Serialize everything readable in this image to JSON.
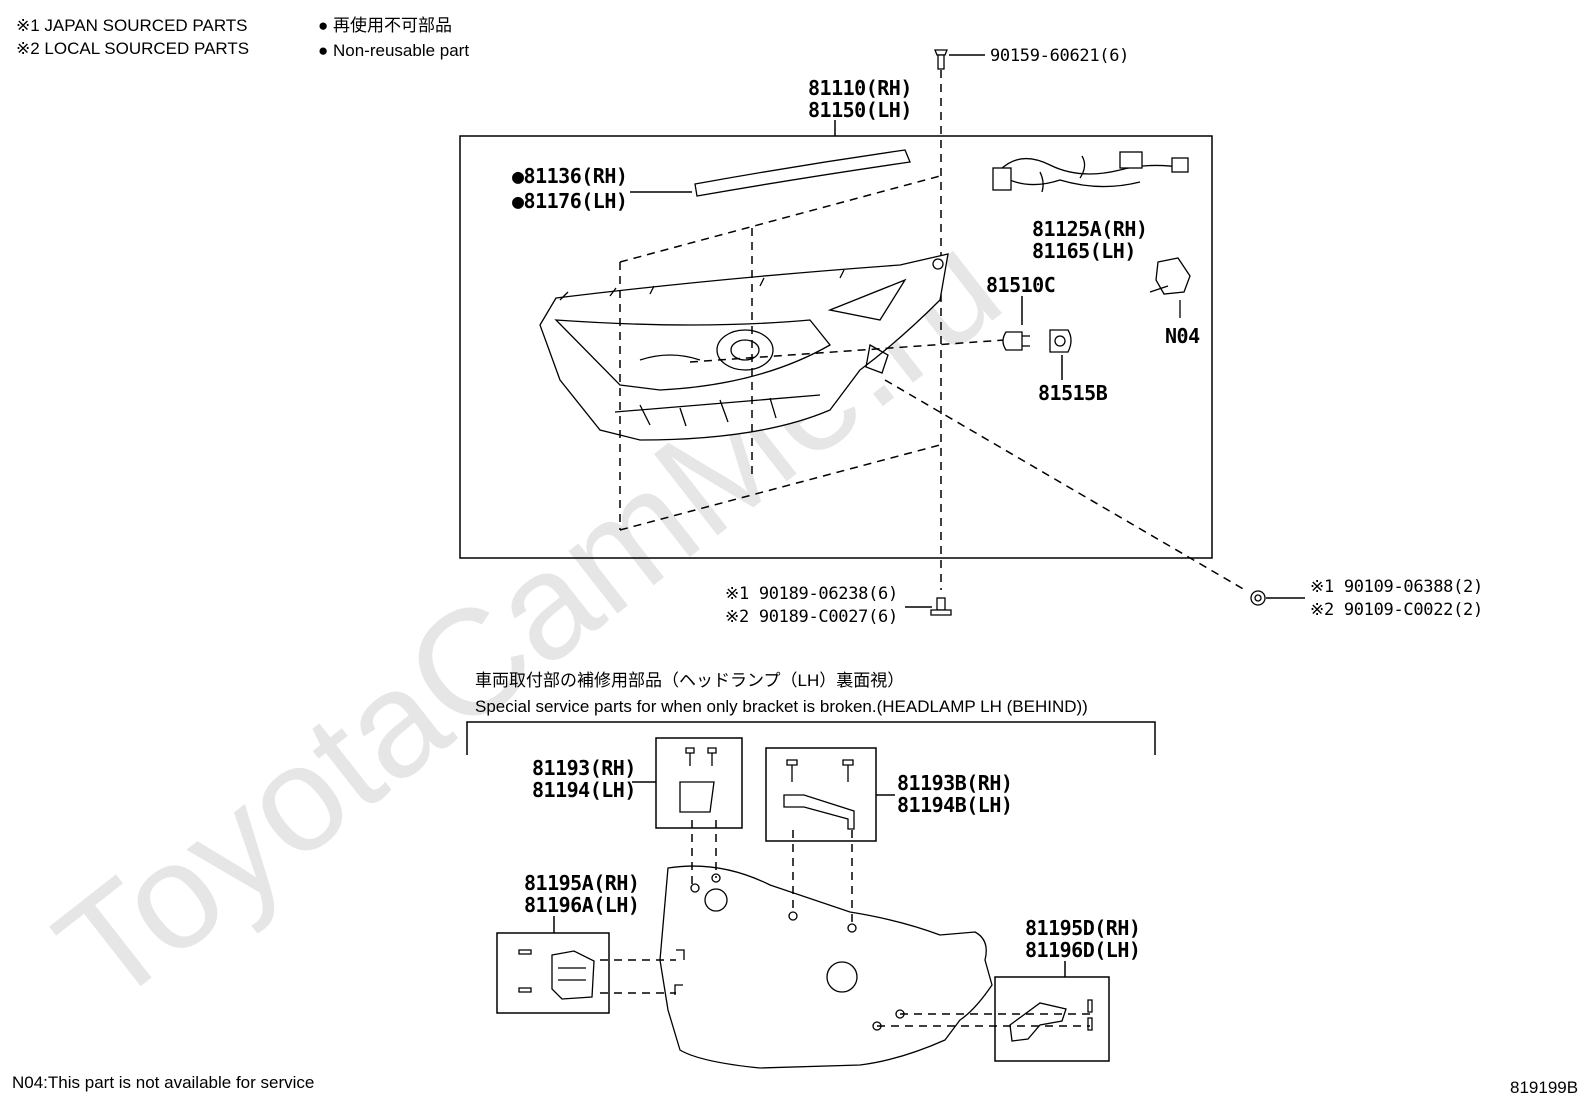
{
  "watermark": "ToyotaCamMe.ru",
  "legend": {
    "japan": "※1 JAPAN SOURCED PARTS",
    "local": "※2 LOCAL SOURCED PARTS",
    "nonreusable_jp": "● 再使用不可部品",
    "nonreusable_en": "● Non-reusable part"
  },
  "parts": {
    "screw_top": "90159-60621(6)",
    "housing_rh": "81110(RH)",
    "housing_lh": "81150(LH)",
    "strip_rh": "●81136(RH)",
    "strip_lh": "●81176(LH)",
    "wiring_rh": "81125A(RH)",
    "wiring_lh": "81165(LH)",
    "bulb": "81510C",
    "socket": "81515B",
    "n04": "N04",
    "screw_bottom_1": "※1 90189-06238(6)",
    "screw_bottom_2": "※2 90189-C0027(6)",
    "screw_right_1": "※1 90109-06388(2)",
    "screw_right_2": "※2 90109-C0022(2)"
  },
  "service": {
    "title_jp": "車両取付部の補修用部品（ヘッドランプ（LH）裏面視）",
    "title_en": "Special service parts for when only bracket is broken.(HEADLAMP LH (BEHIND))",
    "bracket1_rh": "81193(RH)",
    "bracket1_lh": "81194(LH)",
    "bracket2_rh": "81193B(RH)",
    "bracket2_lh": "81194B(LH)",
    "bracket3_rh": "81195A(RH)",
    "bracket3_lh": "81196A(LH)",
    "bracket4_rh": "81195D(RH)",
    "bracket4_lh": "81196D(LH)"
  },
  "footer": {
    "note": "N04:This part is not available for service",
    "code": "819199B"
  }
}
